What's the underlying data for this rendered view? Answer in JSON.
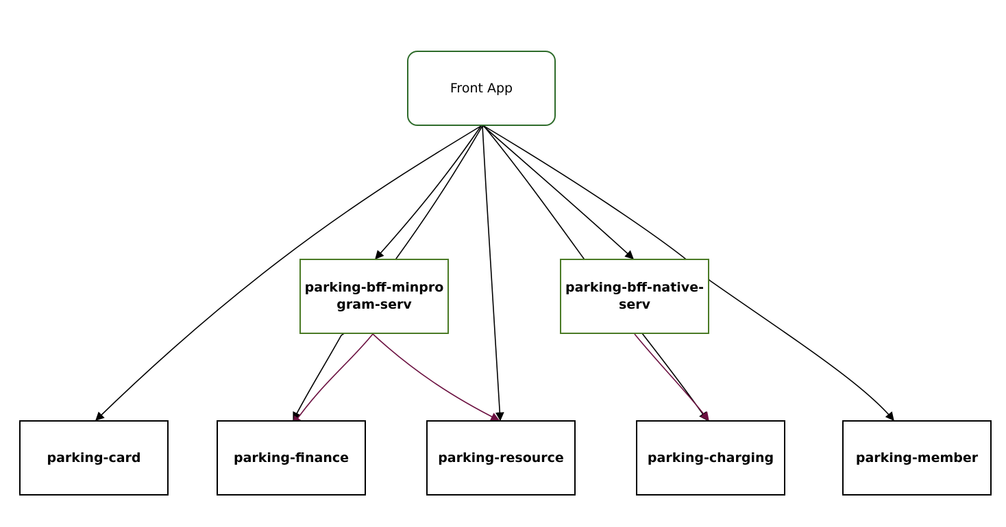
{
  "colors": {
    "root_border": "#2e6b2a",
    "bff_border": "#4a7a25",
    "service_border": "#000000",
    "edge_default": "#000000",
    "edge_bff": "#6b1040"
  },
  "nodes": {
    "front_app": {
      "label": "Front App"
    },
    "bff_minprogram": {
      "label": "parking-bff-minprogram-serv"
    },
    "bff_native": {
      "label": "parking-bff-native-serv"
    },
    "card": {
      "label": "parking-card"
    },
    "finance": {
      "label": "parking-finance"
    },
    "resource": {
      "label": "parking-resource"
    },
    "charging": {
      "label": "parking-charging"
    },
    "member": {
      "label": "parking-member"
    }
  },
  "edges": [
    {
      "from": "front_app",
      "to": "card",
      "color": "edge_default"
    },
    {
      "from": "front_app",
      "to": "bff_minprogram",
      "color": "edge_default"
    },
    {
      "from": "front_app",
      "to": "finance",
      "color": "edge_default"
    },
    {
      "from": "front_app",
      "to": "resource",
      "color": "edge_default"
    },
    {
      "from": "front_app",
      "to": "bff_native",
      "color": "edge_default"
    },
    {
      "from": "front_app",
      "to": "charging",
      "color": "edge_default"
    },
    {
      "from": "front_app",
      "to": "member",
      "color": "edge_default"
    },
    {
      "from": "bff_minprogram",
      "to": "finance",
      "color": "edge_bff"
    },
    {
      "from": "bff_minprogram",
      "to": "resource",
      "color": "edge_bff"
    },
    {
      "from": "bff_native",
      "to": "charging",
      "color": "edge_bff"
    }
  ]
}
